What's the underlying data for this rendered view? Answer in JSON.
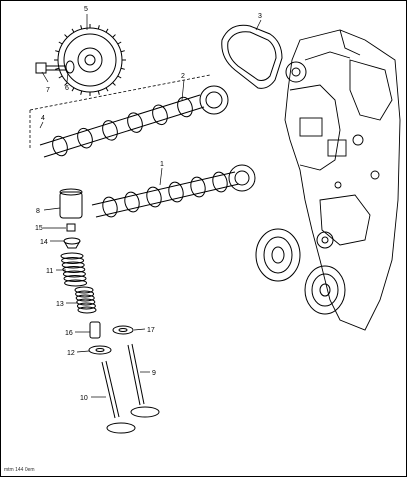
{
  "diagram": {
    "callouts": [
      {
        "id": "1",
        "label": "1"
      },
      {
        "id": "2",
        "label": "2"
      },
      {
        "id": "3",
        "label": "3"
      },
      {
        "id": "4",
        "label": "4"
      },
      {
        "id": "5",
        "label": "5"
      },
      {
        "id": "6",
        "label": "6"
      },
      {
        "id": "7",
        "label": "7"
      },
      {
        "id": "8",
        "label": "8"
      },
      {
        "id": "9",
        "label": "9"
      },
      {
        "id": "10",
        "label": "10"
      },
      {
        "id": "11",
        "label": "11"
      },
      {
        "id": "12",
        "label": "12"
      },
      {
        "id": "13",
        "label": "13"
      },
      {
        "id": "14",
        "label": "14"
      },
      {
        "id": "15",
        "label": "15"
      },
      {
        "id": "16",
        "label": "16"
      },
      {
        "id": "17",
        "label": "17"
      }
    ],
    "reference_code": "mtm 144 0em"
  }
}
